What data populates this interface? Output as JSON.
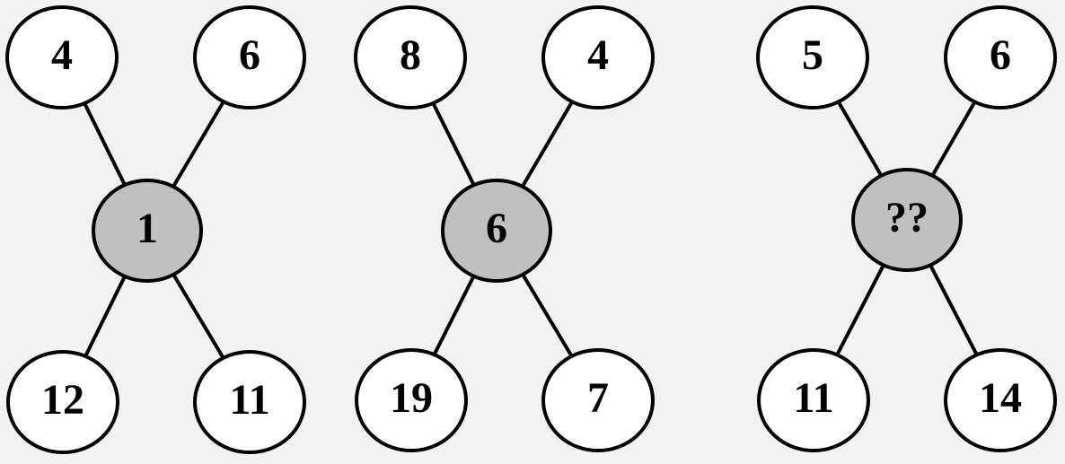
{
  "colors": {
    "background": "#f2f2f2",
    "outer_fill": "#ffffff",
    "center_fill": "#c0c0c0",
    "stroke": "#000000"
  },
  "puzzles": [
    {
      "center": "1",
      "top_left": "4",
      "top_right": "6",
      "bottom_left": "12",
      "bottom_right": "11"
    },
    {
      "center": "6",
      "top_left": "8",
      "top_right": "4",
      "bottom_left": "19",
      "bottom_right": "7"
    },
    {
      "center": "??",
      "top_left": "5",
      "top_right": "6",
      "bottom_left": "11",
      "bottom_right": "14"
    }
  ]
}
